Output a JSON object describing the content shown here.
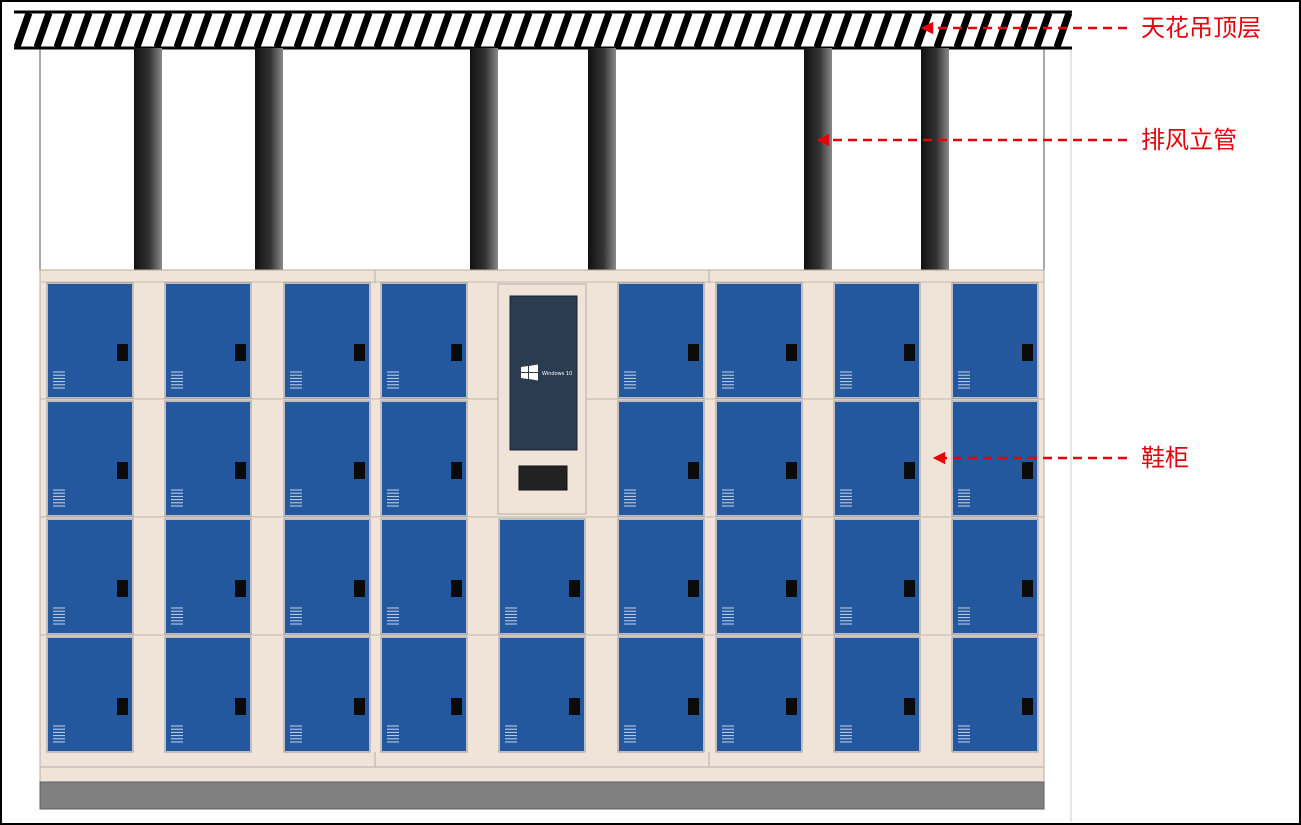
{
  "labels": {
    "ceiling": "天花吊顶层",
    "exhaust_pipe": "排风立管",
    "shoe_cabinet": "鞋柜"
  },
  "screen": {
    "os_text": "Windows 10"
  },
  "cabinet": {
    "columns": 9,
    "rows": 4,
    "screen_column": 5
  },
  "colors": {
    "callout": "#e8000b",
    "door": "#23579e",
    "frame": "#f0e4d8",
    "screen": "#2b3b50",
    "base": "#808080",
    "pipe_dark": "#111111",
    "pipe_light": "#8a8a8a"
  }
}
